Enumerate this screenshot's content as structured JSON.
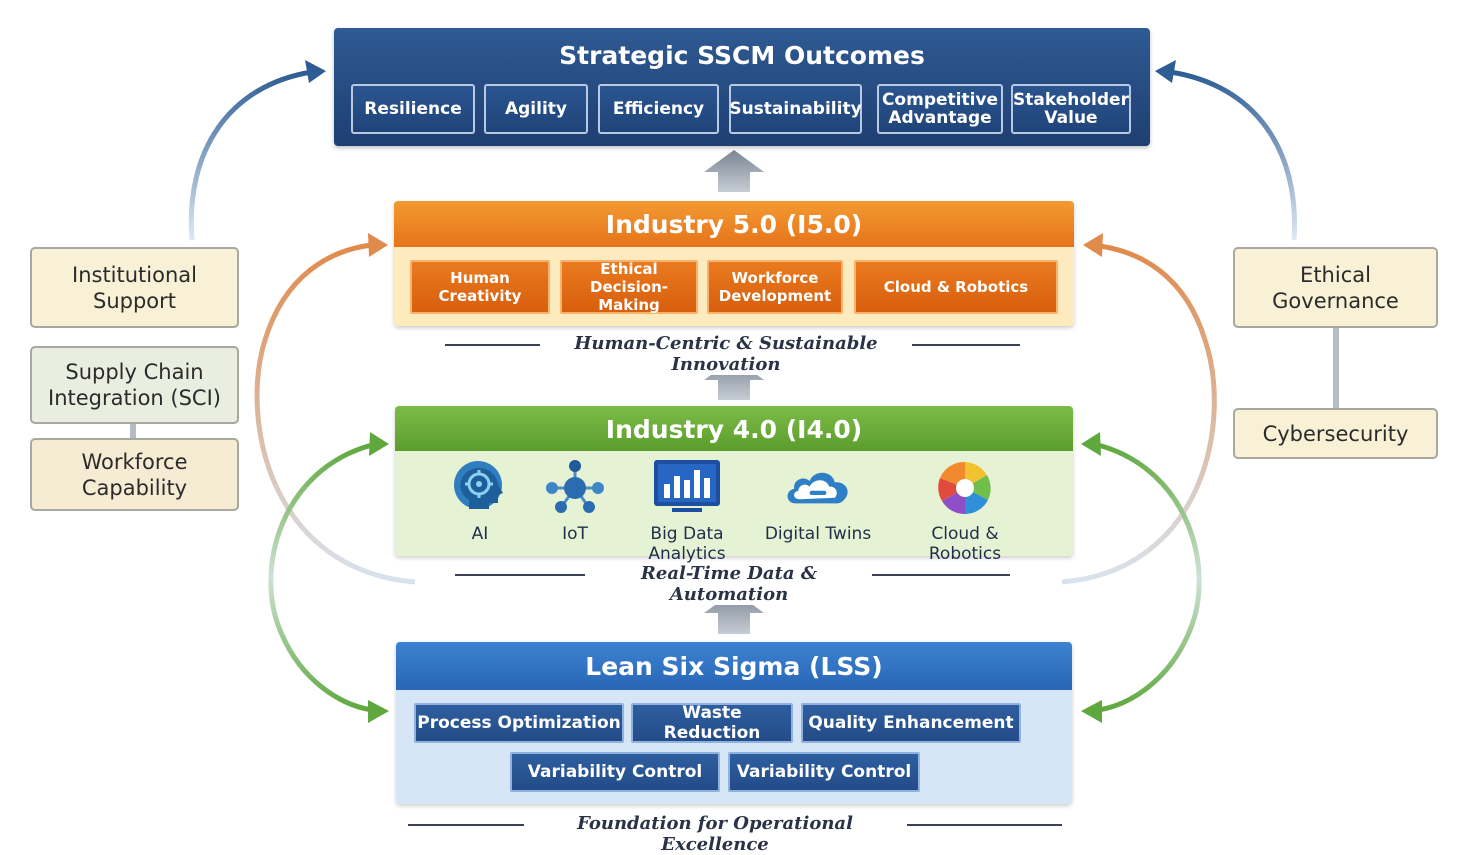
{
  "outcomes": {
    "title": "Strategic SSCM Outcomes",
    "items": [
      "Resilience",
      "Agility",
      "Efficiency",
      "Sustainability",
      "Competitive Advantage",
      "Stakeholder Value"
    ]
  },
  "industry5": {
    "title": "Industry 5.0 (I5.0)",
    "items": [
      "Human Creativity",
      "Ethical Decision-Making",
      "Workforce Development",
      "Cloud & Robotics"
    ],
    "tagline": "Human-Centric & Sustainable Innovation"
  },
  "industry4": {
    "title": "Industry 4.0 (I4.0)",
    "technologies": [
      {
        "label": "AI",
        "icon": "ai-brain-icon"
      },
      {
        "label": "IoT",
        "icon": "iot-network-icon"
      },
      {
        "label": "Big Data Analytics",
        "icon": "bar-chart-icon"
      },
      {
        "label": "Digital Twins",
        "icon": "cloud-icon"
      },
      {
        "label": "Cloud & Robotics",
        "icon": "color-wheel-icon"
      }
    ],
    "tagline": "Real-Time Data & Automation"
  },
  "lss": {
    "title": "Lean Six Sigma (LSS)",
    "items": [
      "Process Optimization",
      "Waste Reduction",
      "Quality Enhancement",
      "Variability Control",
      "Variability Control"
    ],
    "tagline": "Foundation for Operational Excellence"
  },
  "left_factors": [
    "Institutional Support",
    "Supply Chain Integration (SCI)",
    "Workforce Capability"
  ],
  "right_factors": [
    "Ethical Governance",
    "Cybersecurity"
  ],
  "colors": {
    "outcomes": "#1e3f72",
    "industry5": "#e6731a",
    "industry4": "#5b9d2d",
    "lss": "#2866b6"
  }
}
